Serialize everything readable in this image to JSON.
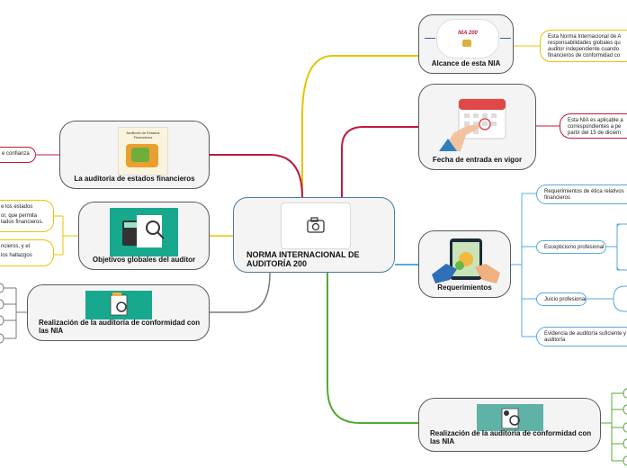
{
  "center": {
    "title": "NORMA INTERNACIONAL DE AUDITORÍA 200",
    "icon": "camera-icon"
  },
  "right": [
    {
      "label": "Alcance de esta NIA",
      "badge": "NIA 200",
      "color": "#e8c400",
      "leaf": [
        "Esta Norma Internacional de A",
        "responsabilidades globales qu",
        "auditor independiente cuando",
        "financieros de conformidad co"
      ]
    },
    {
      "label": "Fecha de entrada en vigor",
      "color": "#c0183c",
      "leaf": [
        "Esta NIA es aplicable a",
        "correspondientes a pe",
        "partir del 15 de diciem"
      ]
    },
    {
      "label": "Requerimientos",
      "color": "#5aa8d8",
      "subs": [
        [
          "Requerimientos de ética relativos",
          "financieros"
        ],
        [
          "Escepticismo profesional"
        ],
        [
          "Juicio profesional"
        ],
        [
          "Evidencia de auditoría suficiente y",
          "auditoría"
        ]
      ]
    },
    {
      "label": "Realización de la auditoría de conformidad con las NIA",
      "color": "#58a83a"
    }
  ],
  "left": [
    {
      "label": "La auditoría de estados financieros",
      "color": "#c0183c",
      "image_caption": [
        "Auditoría de Estados",
        "Financieros"
      ],
      "leaf": [
        "e confianza"
      ]
    },
    {
      "label": "Objetivos globales del auditor",
      "color": "#e8c400",
      "leaf1": [
        "e los estados",
        "",
        "or, que permita",
        "tados financieros."
      ],
      "leaf2": [
        "ncieros, y el",
        "",
        "los hallazgos"
      ]
    },
    {
      "label": "Realización de la auditoría de conformidad con las NIA",
      "color": "#7a7a7a"
    }
  ]
}
